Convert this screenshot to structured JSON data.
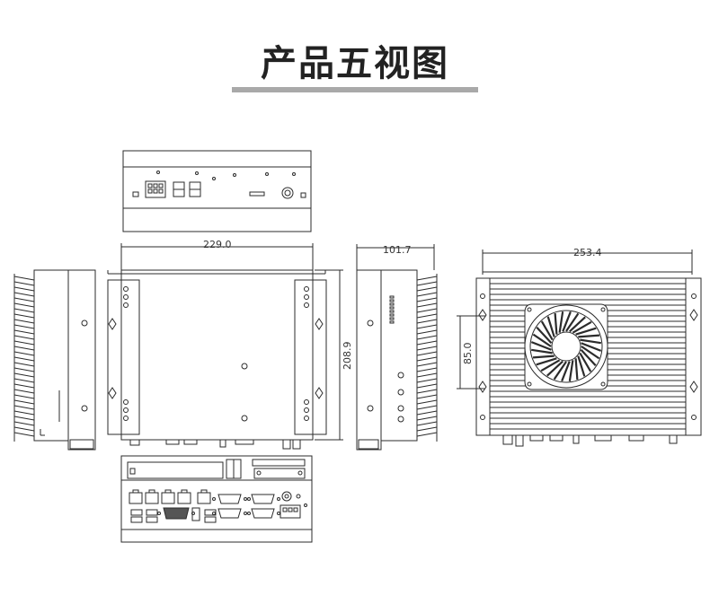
{
  "page": {
    "title": "产品五视图",
    "accent_bar_color": "#a9a9a9"
  },
  "dimensions": {
    "front_width": "229.0",
    "side_depth": "101.7",
    "top_width": "253.4",
    "front_height": "208.9",
    "fan_offset": "85.0"
  },
  "colors": {
    "line": "#2b2b2b",
    "fill": "#ffffff"
  }
}
